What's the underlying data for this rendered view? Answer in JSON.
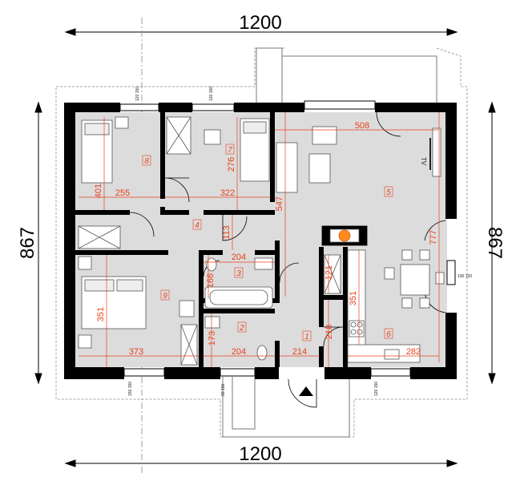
{
  "dimensions": {
    "top_width": "1200",
    "bottom_width": "1200",
    "left_depth": "867",
    "right_depth": "867"
  },
  "rooms": [
    {
      "number": "1"
    },
    {
      "number": "2"
    },
    {
      "number": "3"
    },
    {
      "number": "4"
    },
    {
      "number": "5"
    },
    {
      "number": "6"
    },
    {
      "number": "7"
    },
    {
      "number": "8"
    },
    {
      "number": "9"
    }
  ],
  "room_dimensions": {
    "r8_w": "255",
    "r8_h": "401",
    "r7_w": "322",
    "r7_h": "276",
    "r5_w": "508",
    "r5_h": "547",
    "r5_h2": "777",
    "r4_h": "113",
    "r3_w": "204",
    "r3_h": "166",
    "r9_w": "373",
    "r9_h": "351",
    "r2_w": "204",
    "r2_h": "173",
    "r1_w": "214",
    "r1_h": "218",
    "r6_w": "282",
    "r6_h": "351",
    "hall_h": "121"
  },
  "windows": [
    {
      "size": "120 150"
    },
    {
      "size": "120 150"
    },
    {
      "size": "150 150"
    },
    {
      "size": "90 150"
    },
    {
      "size": "120 150"
    },
    {
      "size": "100 120"
    }
  ],
  "labels": {
    "tv": "TV"
  },
  "colors": {
    "wall": "#000000",
    "floor": "#dcdcdc",
    "dim_red": "#e8401c",
    "fire": "#ff8c1a"
  }
}
